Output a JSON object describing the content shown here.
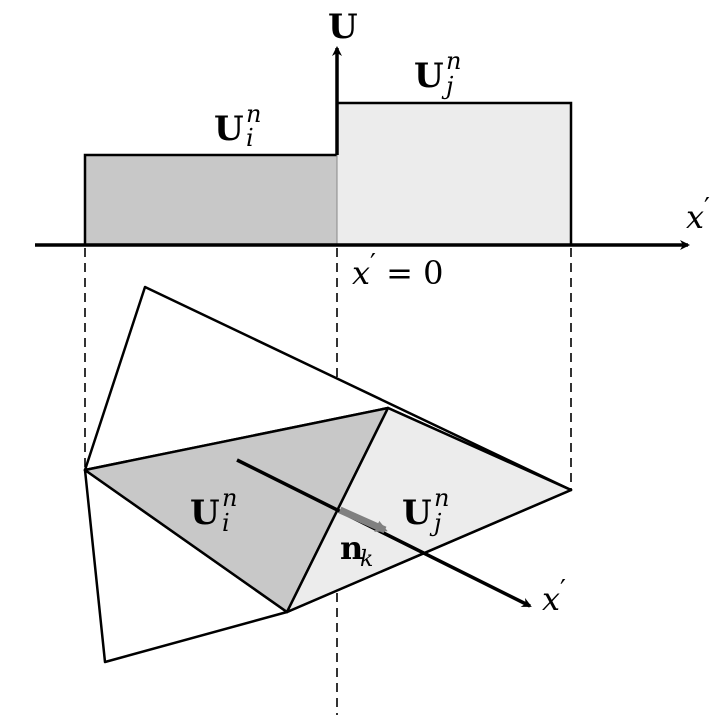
{
  "top_plot": {
    "axis_u_label": "U",
    "axis_x_label": "x",
    "axis_x_prime": "′",
    "origin_label_var": "x",
    "origin_label_prime": "′",
    "origin_label_rest": " = 0",
    "left_state": {
      "base": "U",
      "sup": "n",
      "sub": "i"
    },
    "right_state": {
      "base": "U",
      "sup": "n",
      "sub": "j"
    }
  },
  "mesh": {
    "left_cell": {
      "base": "U",
      "sup": "n",
      "sub": "i"
    },
    "right_cell": {
      "base": "U",
      "sup": "n",
      "sub": "j"
    },
    "normal": {
      "base": "n",
      "sub": "k"
    },
    "axis_label": "x",
    "axis_prime": "′"
  },
  "colors": {
    "left_fill": "#c8c8c8",
    "right_fill": "#ececec",
    "normal_arrow": "#808080"
  }
}
